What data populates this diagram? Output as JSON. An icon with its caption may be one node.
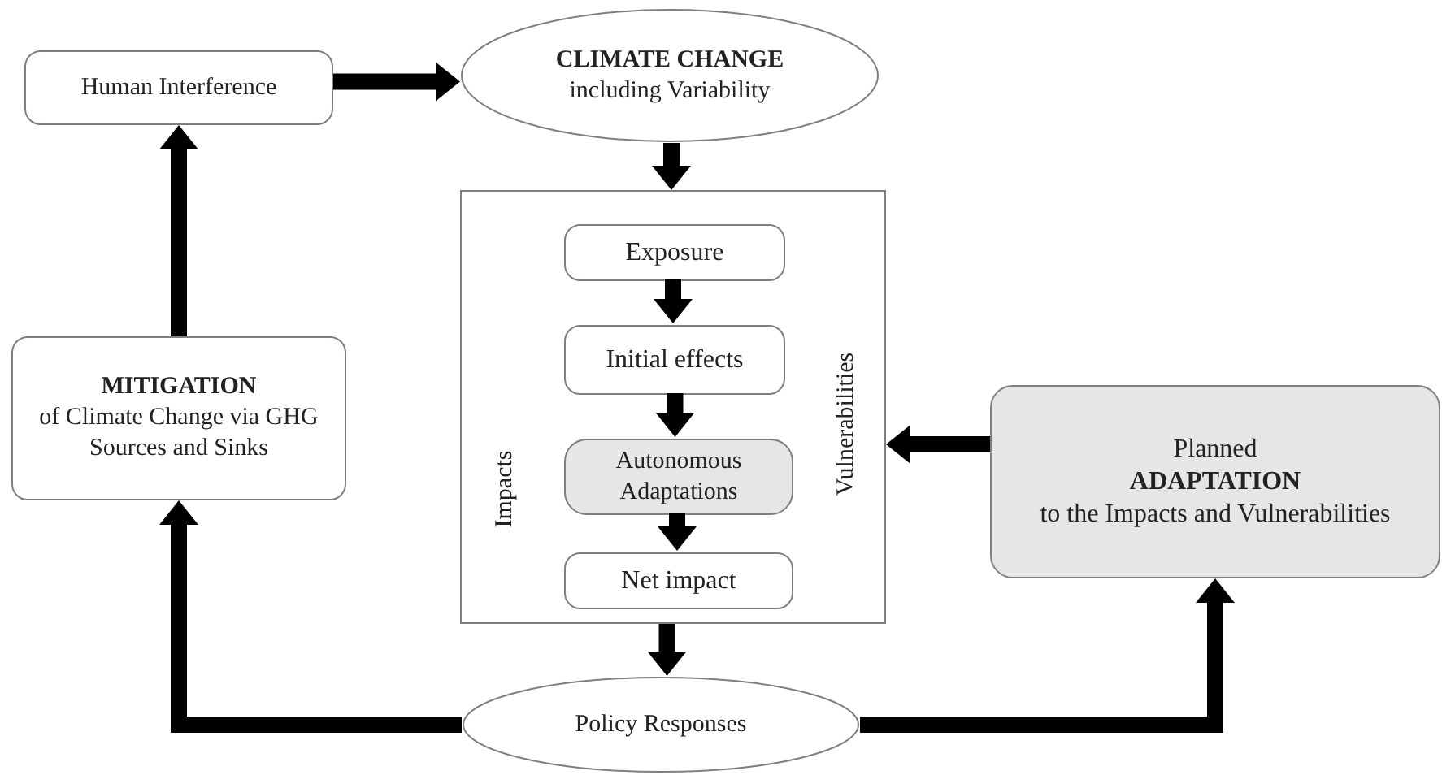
{
  "diagram": {
    "nodes": [
      {
        "text": [
          "Human Interference"
        ]
      },
      {
        "text": [
          "CLIMATE CHANGE",
          "including Variability"
        ]
      },
      {
        "text": [
          "Impacts",
          "Vulnerabilities"
        ]
      },
      {
        "text": [
          "Exposure"
        ],
        "in": 2
      },
      {
        "text": [
          "Initial effects"
        ],
        "in": 2
      },
      {
        "text": [
          "Autonomous Adaptations"
        ],
        "in": 2
      },
      {
        "text": [
          "Net impact"
        ],
        "in": 2
      },
      {
        "text": [
          "Policy Responses"
        ]
      },
      {
        "text": [
          "MITIGATION",
          "of Climate Change via GHG Sources and Sinks"
        ]
      },
      {
        "text": [
          "Planned",
          "ADAPTATION",
          "to the Impacts and Vulnerabilities"
        ]
      }
    ],
    "edges": [
      {
        "from": 0,
        "to": 1,
        "arrow": "to"
      },
      {
        "from": 1,
        "to": 2,
        "arrow": "to"
      },
      {
        "from": 3,
        "to": 4,
        "arrow": "to"
      },
      {
        "from": 4,
        "to": 5,
        "arrow": "to"
      },
      {
        "from": 5,
        "to": 6,
        "arrow": "to"
      },
      {
        "from": 2,
        "to": 7,
        "arrow": "to"
      },
      {
        "from": 7,
        "to": 8,
        "arrow": "to"
      },
      {
        "from": 7,
        "to": 9,
        "arrow": "to"
      },
      {
        "from": 8,
        "to": 0,
        "arrow": "to"
      },
      {
        "from": 9,
        "to": 2,
        "arrow": "to"
      }
    ]
  }
}
